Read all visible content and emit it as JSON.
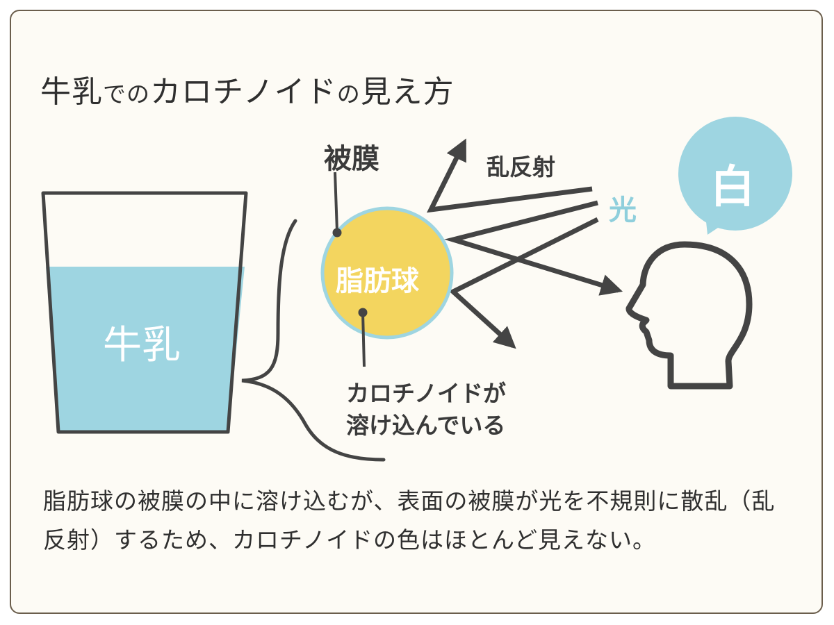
{
  "title": {
    "main1": "牛乳",
    "small1": "での",
    "main2": "カロチノイド",
    "small2": "の",
    "main3": "見え方"
  },
  "labels": {
    "milk": "牛乳",
    "membrane": "被膜",
    "fat_globule": "脂肪球",
    "scatter": "乱反射",
    "light": "光",
    "white": "白",
    "carotenoid_line1": "カロチノイドが",
    "carotenoid_line2": "溶け込んでいる"
  },
  "description": "脂肪球の被膜の中に溶け込むが、表面の被膜が光を不規則に散乱（乱反射）するため、カロチノイドの色はほとんど見えない。",
  "colors": {
    "milk": "#9ed5e1",
    "fat_globule": "#f3d55f",
    "globule_border": "#9ed5e1",
    "white_bubble": "#9ed5e1",
    "light_text": "#8fcfdc",
    "lines": "#444444",
    "frame": "#6b5e4c"
  },
  "icons": [
    "glass-icon",
    "curly-brace-icon",
    "head-silhouette-icon",
    "speech-bubble-icon",
    "arrow-icon"
  ]
}
